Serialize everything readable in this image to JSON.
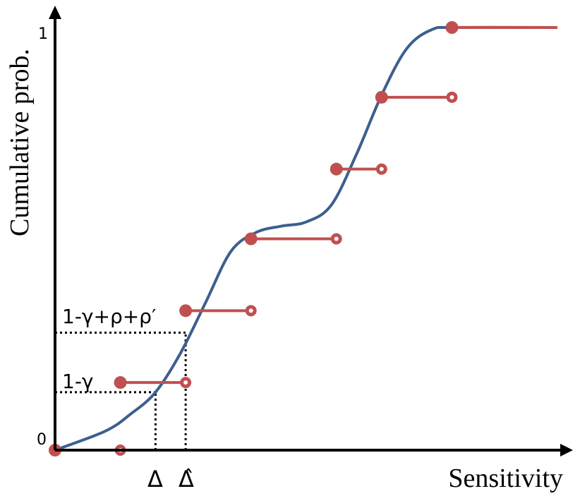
{
  "chart_data": {
    "type": "line",
    "xlabel": "Sensitivity",
    "ylabel": "Cumulative prob.",
    "y_ticks": [
      {
        "value": 0,
        "label": "0"
      },
      {
        "value": 1,
        "label": "1"
      }
    ],
    "x_annotations": [
      {
        "value": 0.2,
        "label": "Δ",
        "y": 0.137
      },
      {
        "value": 0.26,
        "label": "Δ̂",
        "y": 0.278
      }
    ],
    "y_annotations": [
      {
        "value": 0.137,
        "label": "1-γ",
        "x": 0.2
      },
      {
        "value": 0.278,
        "label": "1-γ+ρ+ρ′",
        "x": 0.26
      }
    ],
    "xlim": [
      0,
      1
    ],
    "ylim": [
      0,
      1
    ],
    "series": [
      {
        "kind": "smooth-cdf",
        "color": "#3c5f8e",
        "points": [
          [
            0.0,
            0.0
          ],
          [
            0.1,
            0.045
          ],
          [
            0.15,
            0.085
          ],
          [
            0.2,
            0.137
          ],
          [
            0.25,
            0.23
          ],
          [
            0.3,
            0.35
          ],
          [
            0.35,
            0.47
          ],
          [
            0.4,
            0.515
          ],
          [
            0.45,
            0.53
          ],
          [
            0.5,
            0.54
          ],
          [
            0.55,
            0.58
          ],
          [
            0.6,
            0.7
          ],
          [
            0.65,
            0.84
          ],
          [
            0.7,
            0.95
          ],
          [
            0.75,
            0.995
          ],
          [
            0.8,
            1.0
          ],
          [
            1.0,
            1.0
          ]
        ]
      },
      {
        "kind": "empirical-step",
        "color": "#c05050",
        "steps": [
          {
            "x_start": 0.0,
            "x_end": 0.13,
            "y": 0.0,
            "start_closed": true,
            "end_open": true
          },
          {
            "x_start": 0.13,
            "x_end": 0.26,
            "y": 0.16,
            "start_closed": true,
            "end_open": true
          },
          {
            "x_start": 0.26,
            "x_end": 0.39,
            "y": 0.33,
            "start_closed": true,
            "end_open": true
          },
          {
            "x_start": 0.39,
            "x_end": 0.56,
            "y": 0.5,
            "start_closed": true,
            "end_open": true
          },
          {
            "x_start": 0.56,
            "x_end": 0.65,
            "y": 0.665,
            "start_closed": true,
            "end_open": true
          },
          {
            "x_start": 0.65,
            "x_end": 0.79,
            "y": 0.835,
            "start_closed": true,
            "end_open": true
          },
          {
            "x_start": 0.79,
            "x_end": 1.0,
            "y": 1.0,
            "start_closed": true,
            "end_open": false
          }
        ]
      }
    ],
    "grid": false,
    "legend": "none"
  },
  "colors": {
    "axis": "#000000",
    "curve": "#3c5f8e",
    "steps": "#c05050"
  }
}
